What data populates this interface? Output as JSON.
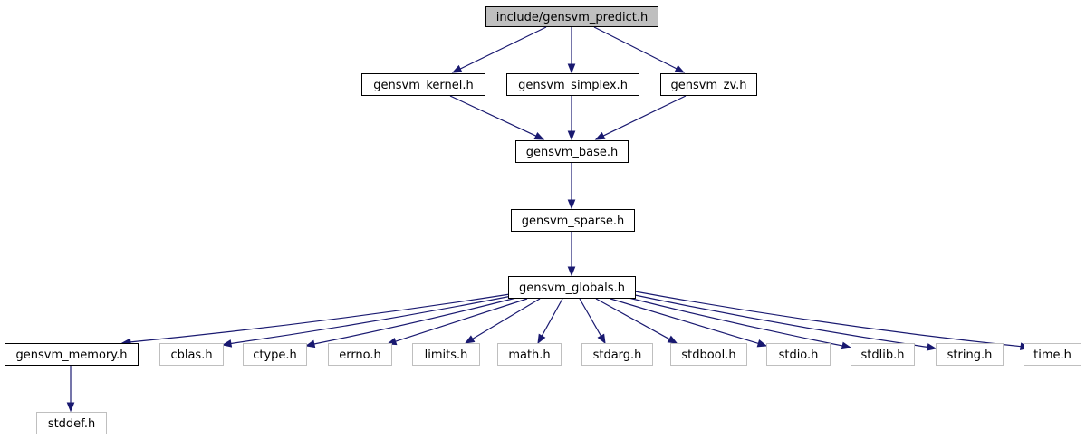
{
  "diagram": {
    "colors": {
      "edge": "#191970",
      "root_fill": "#bfbfbf",
      "node_border": "#000000",
      "external_border": "#bfbfbf",
      "background": "#ffffff"
    },
    "nodes": [
      {
        "id": "predict",
        "label": "include/gensvm_predict.h",
        "style": "root"
      },
      {
        "id": "kernel",
        "label": "gensvm_kernel.h",
        "style": "normal"
      },
      {
        "id": "simplex",
        "label": "gensvm_simplex.h",
        "style": "normal"
      },
      {
        "id": "zv",
        "label": "gensvm_zv.h",
        "style": "normal"
      },
      {
        "id": "base",
        "label": "gensvm_base.h",
        "style": "normal"
      },
      {
        "id": "sparse",
        "label": "gensvm_sparse.h",
        "style": "normal"
      },
      {
        "id": "globals",
        "label": "gensvm_globals.h",
        "style": "normal"
      },
      {
        "id": "memory",
        "label": "gensvm_memory.h",
        "style": "normal"
      },
      {
        "id": "cblas",
        "label": "cblas.h",
        "style": "external"
      },
      {
        "id": "ctype",
        "label": "ctype.h",
        "style": "external"
      },
      {
        "id": "errno",
        "label": "errno.h",
        "style": "external"
      },
      {
        "id": "limits",
        "label": "limits.h",
        "style": "external"
      },
      {
        "id": "math",
        "label": "math.h",
        "style": "external"
      },
      {
        "id": "stdarg",
        "label": "stdarg.h",
        "style": "external"
      },
      {
        "id": "stdbool",
        "label": "stdbool.h",
        "style": "external"
      },
      {
        "id": "stdio",
        "label": "stdio.h",
        "style": "external"
      },
      {
        "id": "stdlib",
        "label": "stdlib.h",
        "style": "external"
      },
      {
        "id": "string",
        "label": "string.h",
        "style": "external"
      },
      {
        "id": "time",
        "label": "time.h",
        "style": "external"
      },
      {
        "id": "stddef",
        "label": "stddef.h",
        "style": "external"
      }
    ],
    "edges": [
      {
        "from": "predict",
        "to": "kernel"
      },
      {
        "from": "predict",
        "to": "simplex"
      },
      {
        "from": "predict",
        "to": "zv"
      },
      {
        "from": "kernel",
        "to": "base"
      },
      {
        "from": "simplex",
        "to": "base"
      },
      {
        "from": "zv",
        "to": "base"
      },
      {
        "from": "base",
        "to": "sparse"
      },
      {
        "from": "sparse",
        "to": "globals"
      },
      {
        "from": "globals",
        "to": "memory"
      },
      {
        "from": "globals",
        "to": "cblas"
      },
      {
        "from": "globals",
        "to": "ctype"
      },
      {
        "from": "globals",
        "to": "errno"
      },
      {
        "from": "globals",
        "to": "limits"
      },
      {
        "from": "globals",
        "to": "math"
      },
      {
        "from": "globals",
        "to": "stdarg"
      },
      {
        "from": "globals",
        "to": "stdbool"
      },
      {
        "from": "globals",
        "to": "stdio"
      },
      {
        "from": "globals",
        "to": "stdlib"
      },
      {
        "from": "globals",
        "to": "string"
      },
      {
        "from": "globals",
        "to": "time"
      },
      {
        "from": "memory",
        "to": "stddef"
      }
    ]
  }
}
